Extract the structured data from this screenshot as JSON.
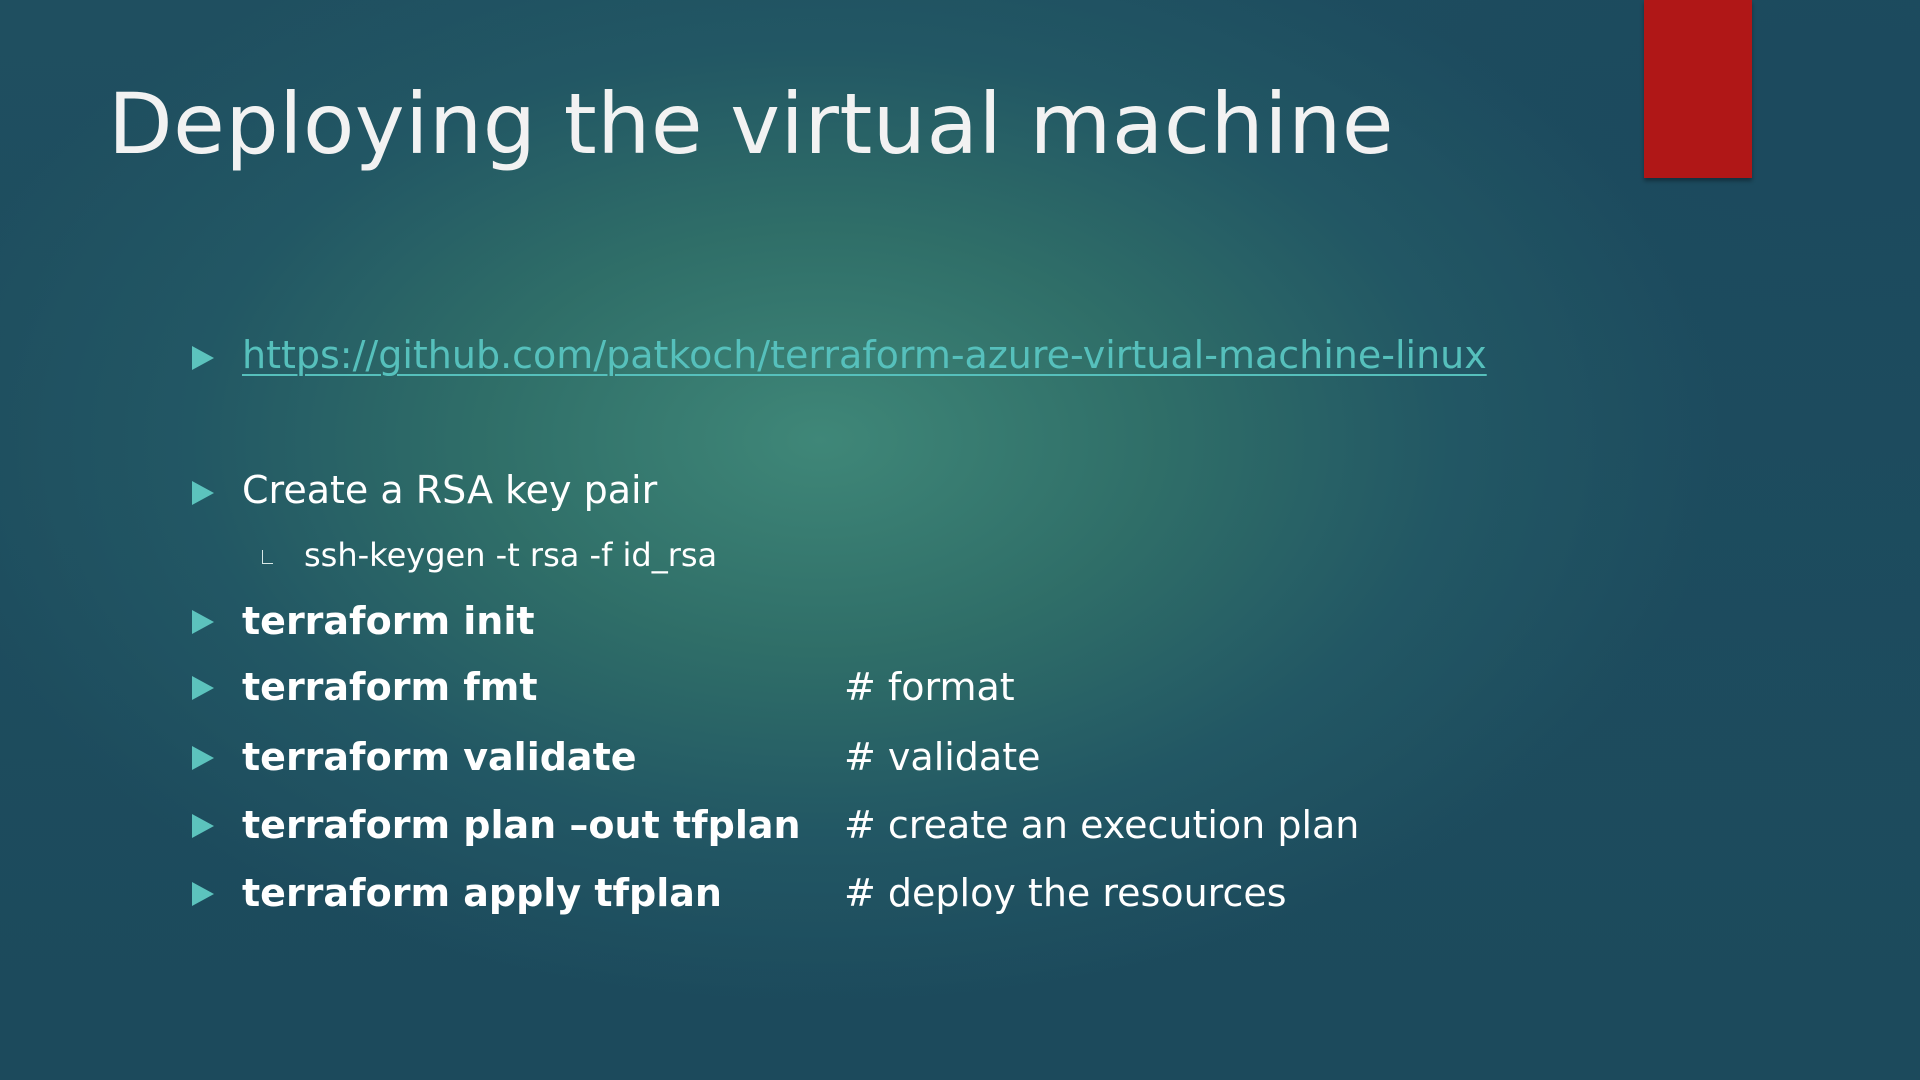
{
  "slide": {
    "title": "Deploying the virtual machine",
    "accent_color": "#b01717",
    "bullet_color": "#5cc3bd",
    "link_color": "#56c0bc",
    "link": {
      "text": "https://github.com/patkoch/terraform-azure-virtual-machine-linux",
      "bullet_icon": "triangle-right-icon"
    },
    "rsa": {
      "text": "Create a RSA key pair",
      "sub_item": "ssh-keygen -t rsa -f id_rsa",
      "sub_bullet_icon": "corner-marker-icon"
    },
    "commands": [
      {
        "command": "terraform init",
        "comment": ""
      },
      {
        "command": "terraform fmt",
        "comment": "# format"
      },
      {
        "command": "terraform validate",
        "comment": "# validate"
      },
      {
        "command": "terraform plan –out tfplan",
        "comment": "# create an execution plan"
      },
      {
        "command": "terraform apply tfplan",
        "comment": "# deploy the resources"
      }
    ]
  }
}
